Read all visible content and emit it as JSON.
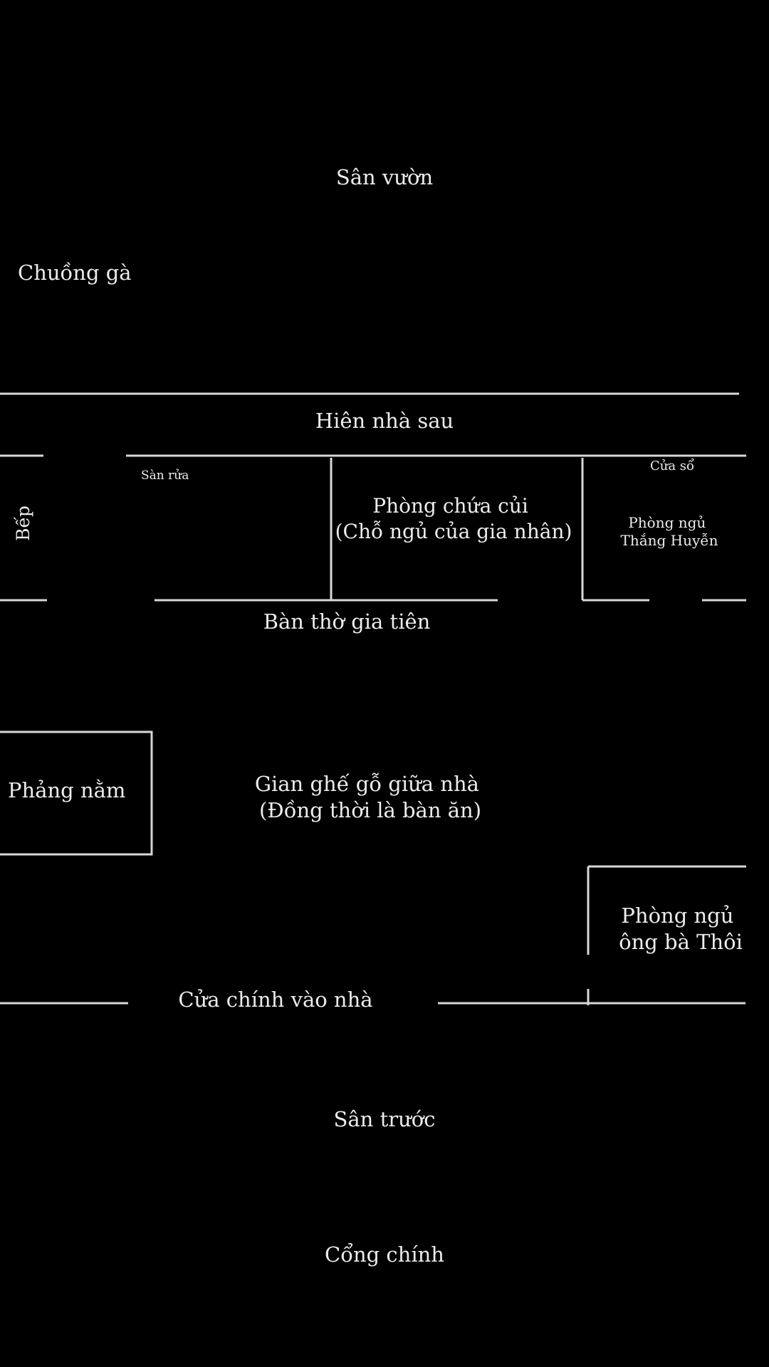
{
  "colors": {
    "background": "#000000",
    "walls": "#d8d8d8",
    "text": "#ececec"
  },
  "labels": {
    "san_vuon": "Sân vườn",
    "chuong_ga": "Chuồng gà",
    "hien_nha_sau": "Hiên nhà sau",
    "san_rua": "Sàn rửa",
    "bep": "Bếp",
    "phong_chua_cui": {
      "line1": "Phòng chứa củi",
      "line2": "(Chỗ ngủ của gia nhân)"
    },
    "cua_so": "Cửa sổ",
    "phong_ngu_thang_huyen": {
      "line1": "Phòng ngủ",
      "line2": "Thắng Huyễn"
    },
    "ban_tho_gia_tien": "Bàn thờ gia tiên",
    "phang_nam": "Phảng nằm",
    "gian_ghe_go": {
      "line1": "Gian ghế gỗ giữa nhà",
      "line2": "(Đồng thời là bàn ăn)"
    },
    "phong_ngu_ong_ba_thoi": {
      "line1": "Phòng ngủ",
      "line2": "ông bà Thôi"
    },
    "cua_chinh_vao_nha": "Cửa chính vào nhà",
    "san_truoc": "Sân trước",
    "cong_chinh": "Cổng chính"
  }
}
